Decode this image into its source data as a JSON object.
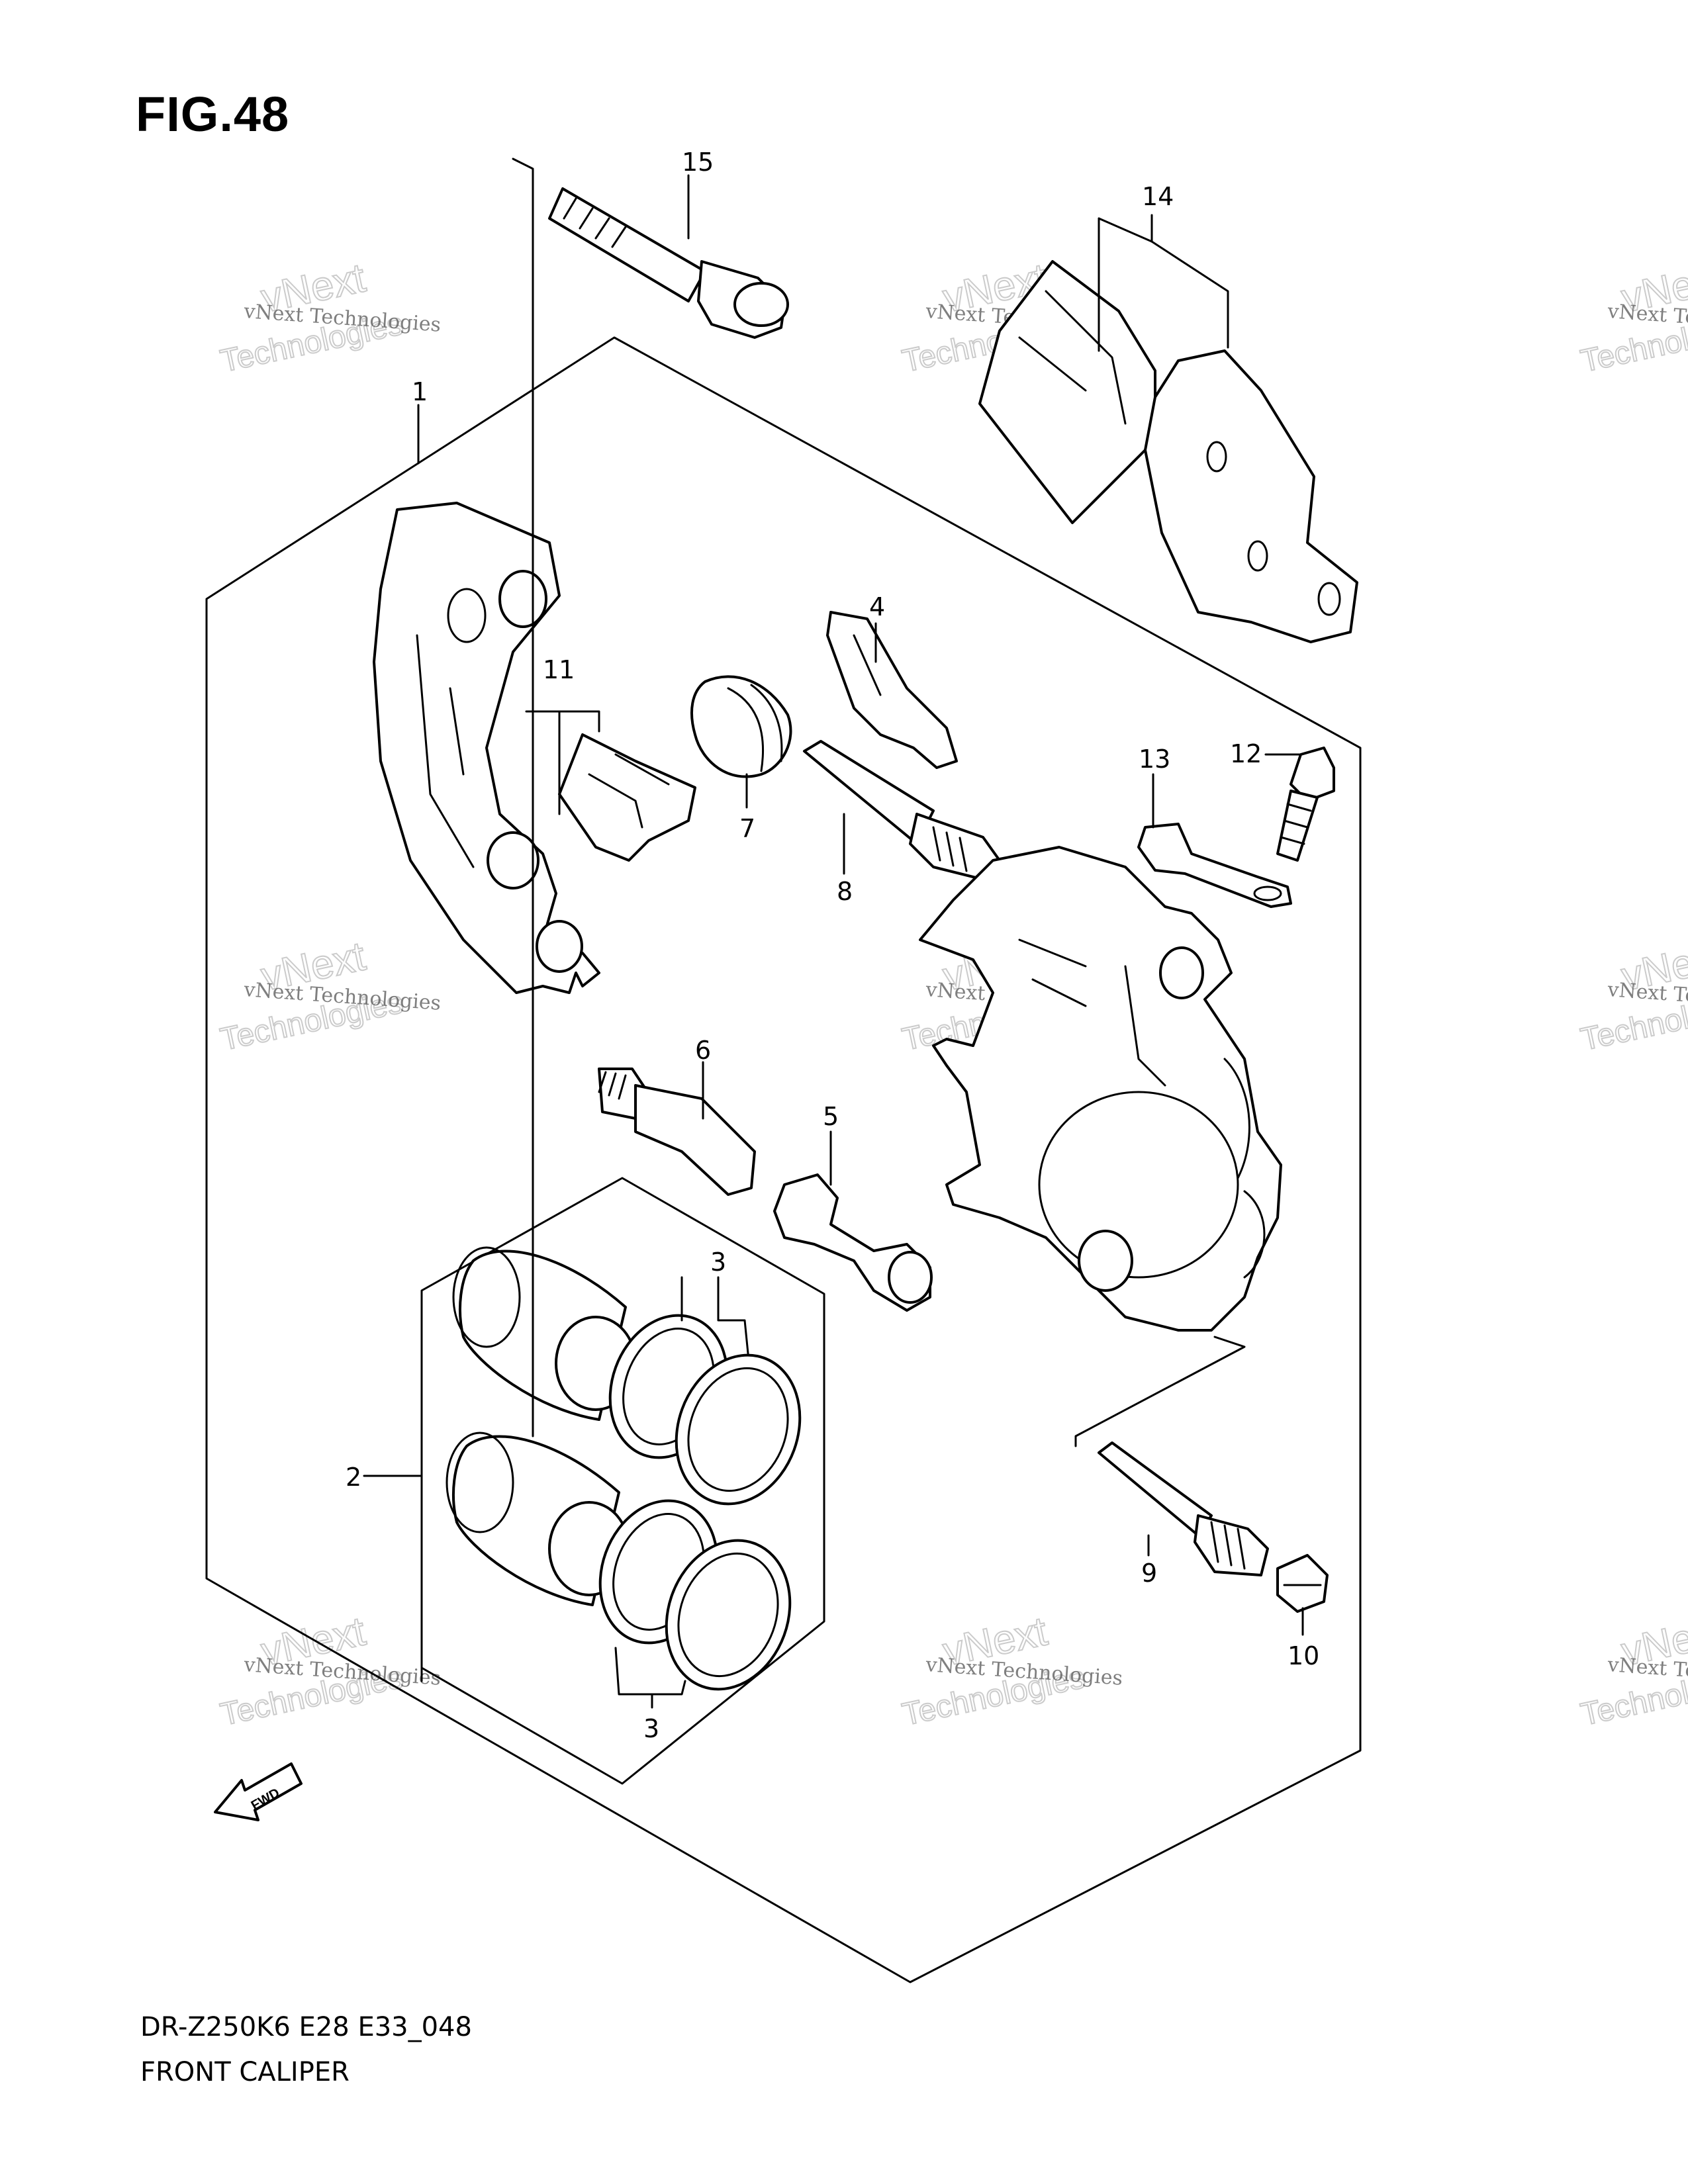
{
  "figure": {
    "title": "FIG.48"
  },
  "footer": {
    "code": "DR-Z250K6 E28 E33_048",
    "name": "FRONT CALIPER"
  },
  "watermark": {
    "line1": "vNext Technologies",
    "line2": "vNext",
    "line3": "Technologies"
  },
  "fwd_label": "FWD",
  "callouts": {
    "c1": "1",
    "c2": "2",
    "c3a": "3",
    "c3b": "3",
    "c4": "4",
    "c5": "5",
    "c6": "6",
    "c7": "7",
    "c8": "8",
    "c9": "9",
    "c10": "10",
    "c11": "11",
    "c12": "12",
    "c13": "13",
    "c14": "14",
    "c15": "15"
  }
}
